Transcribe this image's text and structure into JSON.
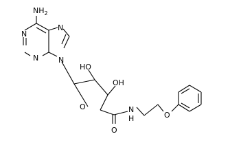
{
  "molecule": {
    "atom_labels": {
      "amino": "NH",
      "amino_sub": "2",
      "n_purine_7": "N",
      "n_purine_1": "N",
      "n_purine_3": "N",
      "n_purine_9": "N",
      "hydroxyl_2": "HO",
      "hydroxyl_3": "OH",
      "ring_oxygen": "O",
      "amide_nitrogen": "N",
      "amide_h": "H",
      "amide_oxygen": "O",
      "ether_oxygen": "O"
    }
  }
}
